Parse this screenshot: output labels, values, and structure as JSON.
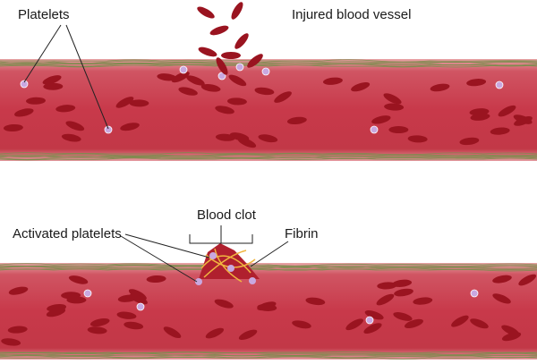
{
  "labels": {
    "platelets": "Platelets",
    "injured_vessel": "Injured blood vessel",
    "blood_clot": "Blood clot",
    "activated_platelets": "Activated platelets",
    "fibrin": "Fibrin"
  },
  "colors": {
    "vessel": "#c8394a",
    "wall": "#e9a0a4",
    "cell": "#9a1420",
    "fiber": "#7d8c4e",
    "platelet": "#c9a8e0",
    "fibrin": "#f0b640"
  }
}
